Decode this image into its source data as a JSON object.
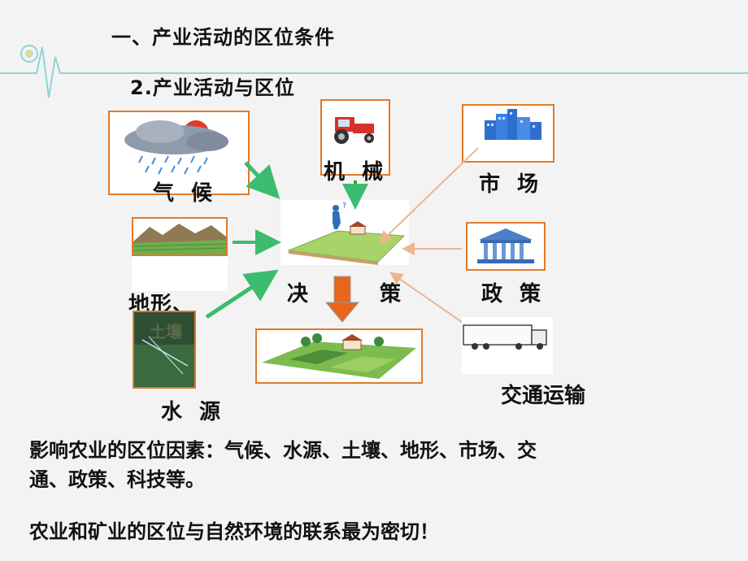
{
  "title_main": "一、产业活动的区位条件",
  "title_sub": "2.产业活动与区位",
  "factors": {
    "climate": "气 候",
    "machinery": "机 械",
    "market": "市 场",
    "terrain": "地形、",
    "soil": "土壤",
    "policy": "政 策",
    "water": "水 源",
    "transport": "交通运输"
  },
  "decision": {
    "left": "决",
    "right": "策"
  },
  "summary_line1": "影响农业的区位因素：气候、水源、土壤、地形、市场、交",
  "summary_line2": "通、政策、科技等。",
  "conclusion": "农业和矿业的区位与自然环境的联系最为密切！",
  "colors": {
    "box_border": "#e07a2a",
    "arrow_green": "#3dbb6e",
    "arrow_peach": "#f0b48e",
    "arrow_down": "#e8661c"
  }
}
